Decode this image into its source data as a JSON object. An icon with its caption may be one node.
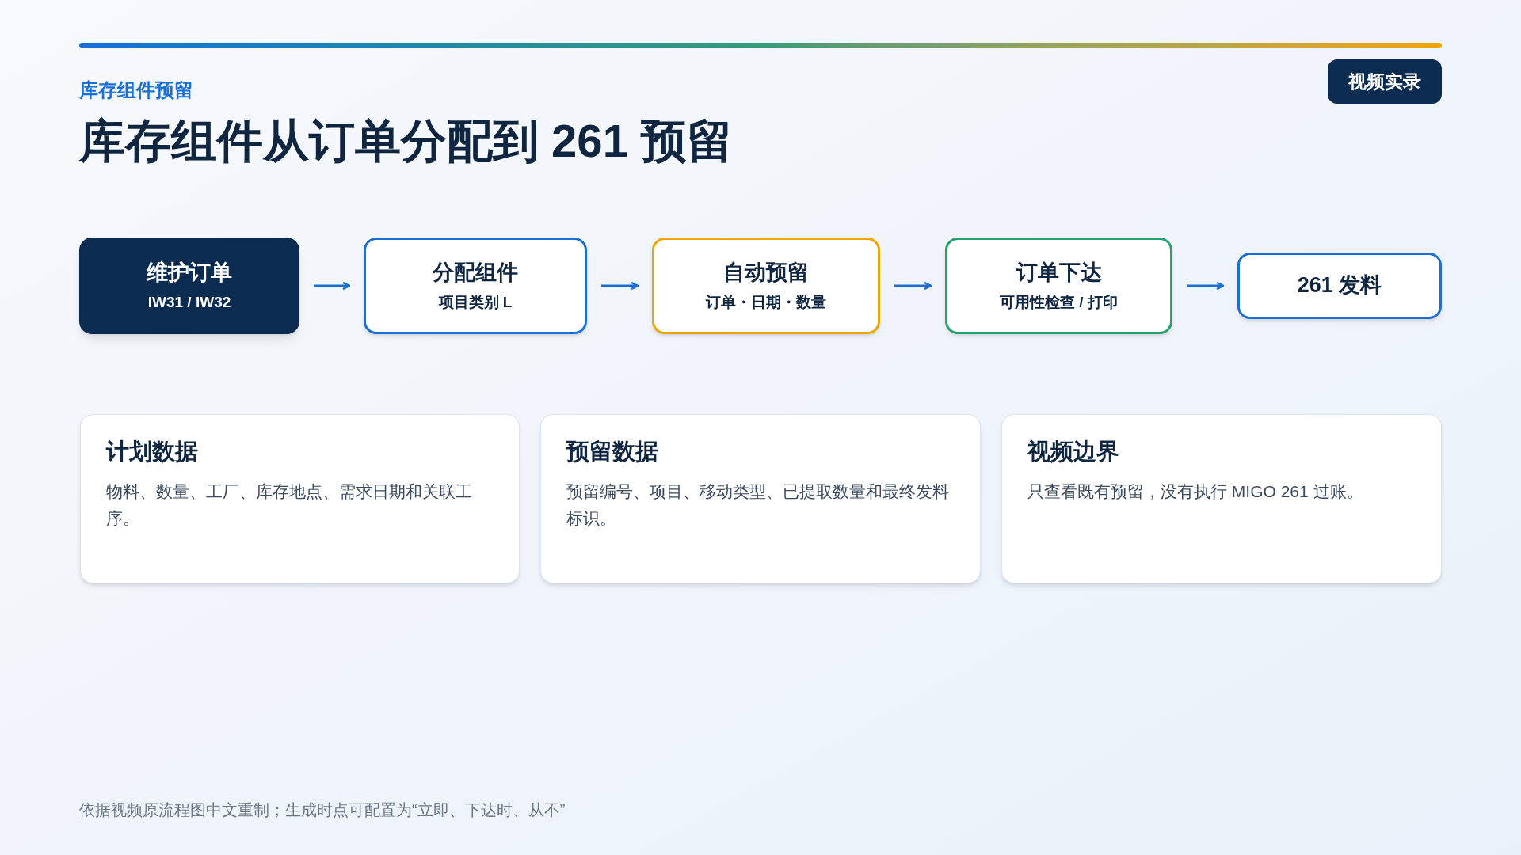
{
  "diagram": {
    "title": "库存组件从订单分配到 261 预留",
    "caption": "依据视频原流程图中文重制；生成时点可配置为“立即、下达时、从不”",
    "nodes": [
      {
        "text": [
          "维护订单",
          "IW31 / IW32"
        ]
      },
      {
        "text": [
          "分配组件",
          "项目类别 L"
        ]
      },
      {
        "text": [
          "自动预留",
          "订单・日期・数量"
        ]
      },
      {
        "text": [
          "订单下达",
          "可用性检查 / 打印"
        ]
      },
      {
        "text": [
          "261 发料"
        ]
      },
      {
        "text": [
          "计划数据",
          "物料、数量、工厂、库存地点、需求日期和关联工序。"
        ]
      },
      {
        "text": [
          "预留数据",
          "预留编号、项目、移动类型、已提取数量和最终发料标识。"
        ]
      },
      {
        "text": [
          "视频边界",
          "只查看既有预留，没有执行 MIGO 261 过账。"
        ]
      },
      {
        "text": [
          "视频实录"
        ]
      }
    ],
    "edges": [
      {
        "from": 0,
        "to": 1,
        "arrow": "to"
      },
      {
        "from": 1,
        "to": 2,
        "arrow": "to"
      },
      {
        "from": 2,
        "to": 3,
        "arrow": "to"
      },
      {
        "from": 3,
        "to": 4,
        "arrow": "to"
      }
    ],
    "labels": [
      "库存组件预留"
    ]
  }
}
